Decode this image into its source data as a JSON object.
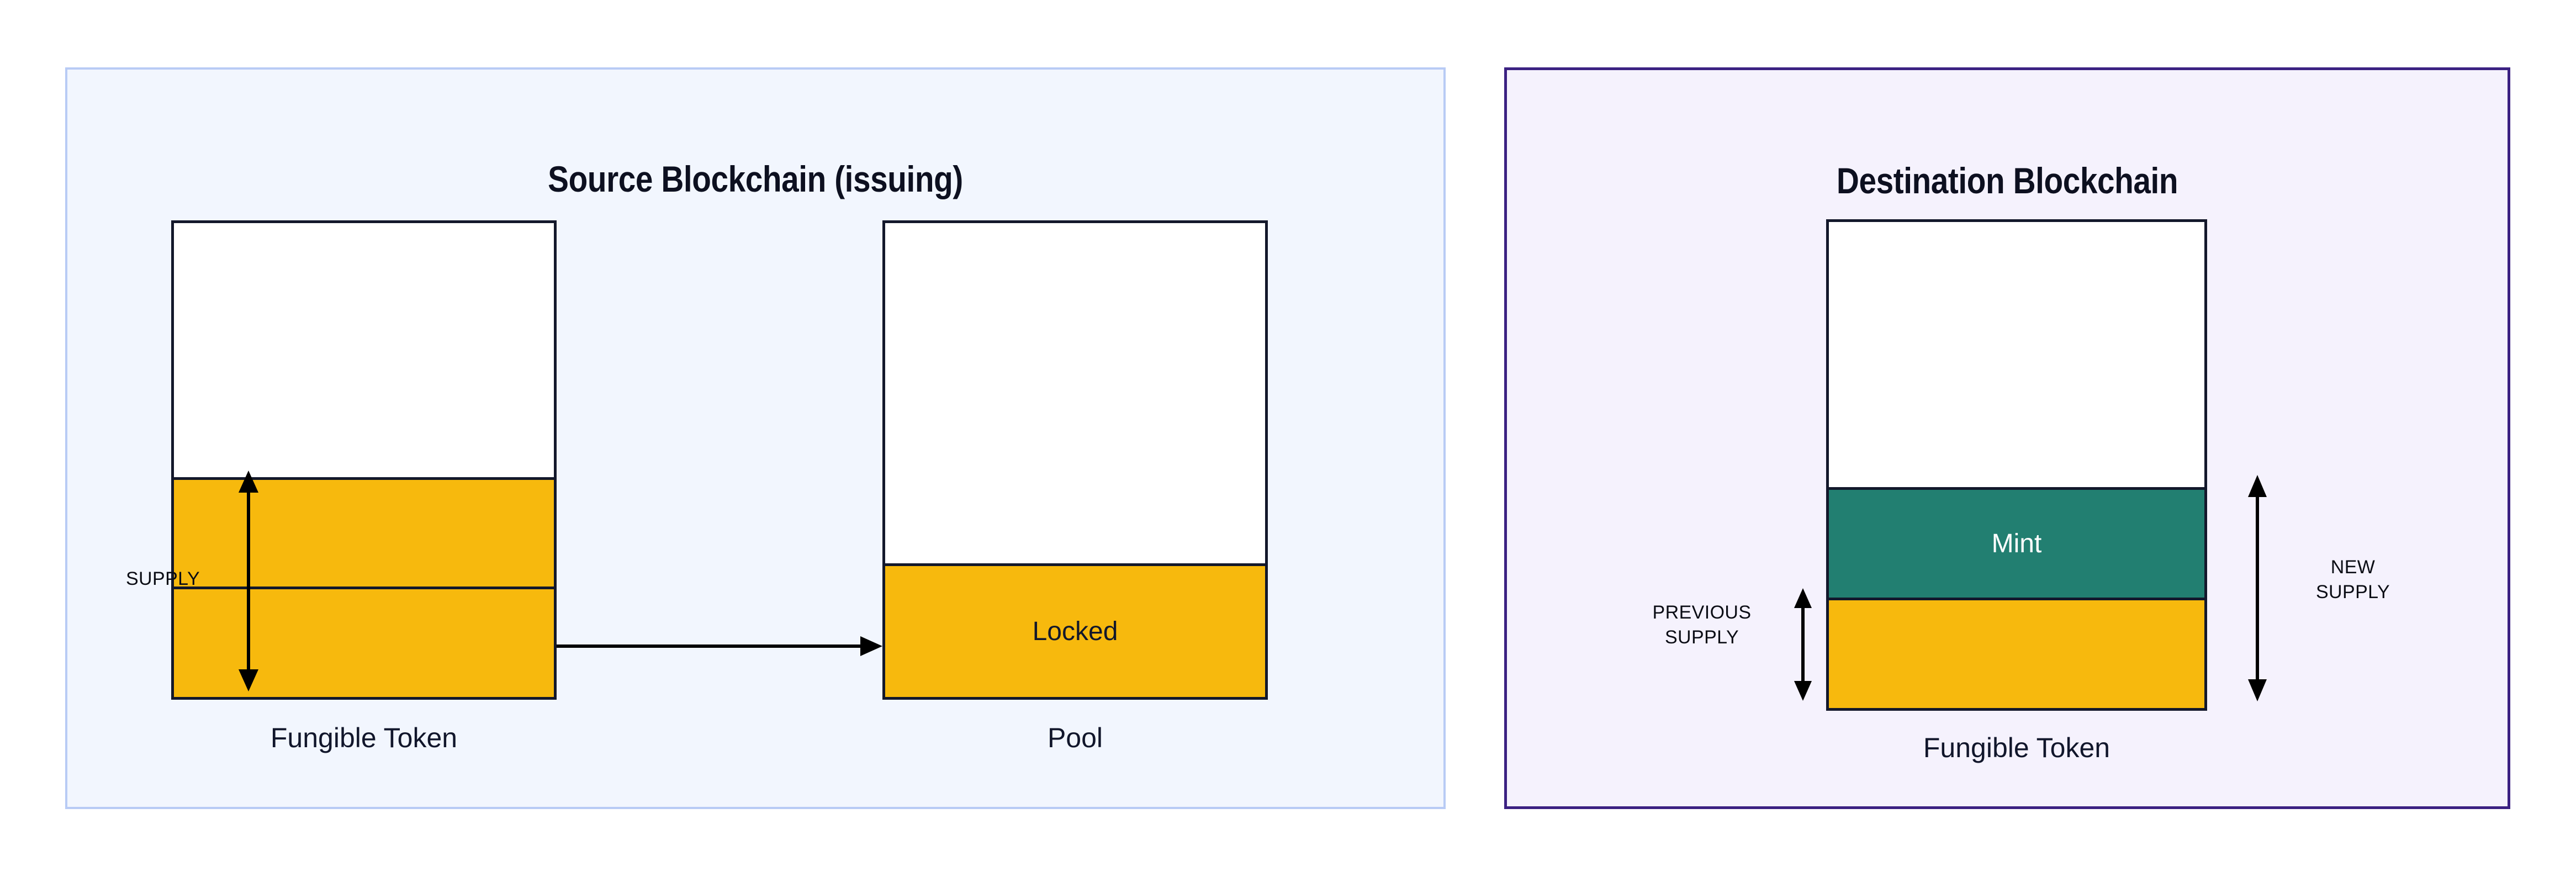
{
  "diagram": {
    "title": "Lock and Mint token bridge flow",
    "colors": {
      "yellow": "#f7b90d",
      "teal": "#227f71",
      "outline": "#13182b",
      "source_panel_border": "#b8cbf5",
      "source_panel_fill": "#f2f6fe",
      "destination_panel_border": "#3b2182",
      "destination_panel_fill": "#f5f2fd",
      "text": "#11162b"
    }
  },
  "source_panel": {
    "title": "Source Blockchain (issuing)",
    "token_box": {
      "caption": "Fungible Token",
      "segments": [
        {
          "name": "headroom",
          "fill": "white",
          "label": ""
        },
        {
          "name": "supply-upper",
          "fill": "yellow",
          "label": ""
        },
        {
          "name": "supply-lower",
          "fill": "yellow",
          "label": ""
        }
      ]
    },
    "supply_measure": {
      "label": "SUPPLY"
    },
    "pool_box": {
      "caption": "Pool",
      "segments": [
        {
          "name": "headroom",
          "fill": "white",
          "label": ""
        },
        {
          "name": "locked",
          "fill": "yellow",
          "label": "Locked"
        }
      ]
    },
    "transfer_arrow": {
      "direction": "right",
      "label": ""
    }
  },
  "destination_panel": {
    "title": "Destination Blockchain",
    "token_box": {
      "caption": "Fungible Token",
      "segments": [
        {
          "name": "headroom",
          "fill": "white",
          "label": ""
        },
        {
          "name": "mint",
          "fill": "teal",
          "label": "Mint"
        },
        {
          "name": "previous-supply",
          "fill": "yellow",
          "label": ""
        }
      ]
    },
    "previous_supply_measure": {
      "label": "PREVIOUS\nSUPPLY"
    },
    "new_supply_measure": {
      "label": "NEW\nSUPPLY"
    }
  }
}
